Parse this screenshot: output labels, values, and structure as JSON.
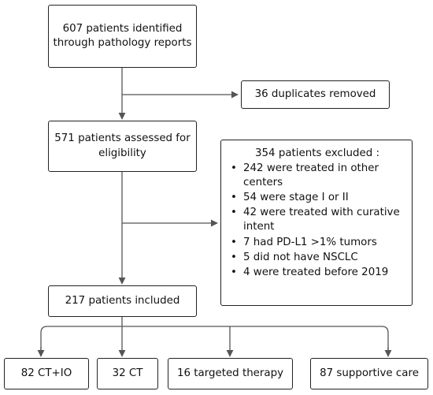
{
  "boxes": {
    "identified": "607 patients identified\nthrough pathology reports",
    "duplicates": "36 duplicates removed",
    "assessed": "571 patients assessed for\neligibility",
    "included": "217 patients included"
  },
  "excluded": {
    "heading": "354 patients excluded :",
    "items": [
      "242 were treated in other centers",
      "54 were stage I or II",
      "42 were treated with curative intent",
      "7 had PD-L1 >1% tumors",
      "5 did not have NSCLC",
      "4 were treated before 2019"
    ]
  },
  "groups": [
    "82 CT+IO",
    "32 CT",
    "16 targeted therapy",
    "87 supportive care"
  ],
  "colors": {
    "box_border": "#222222",
    "connector": "#555555",
    "text": "#111111"
  }
}
